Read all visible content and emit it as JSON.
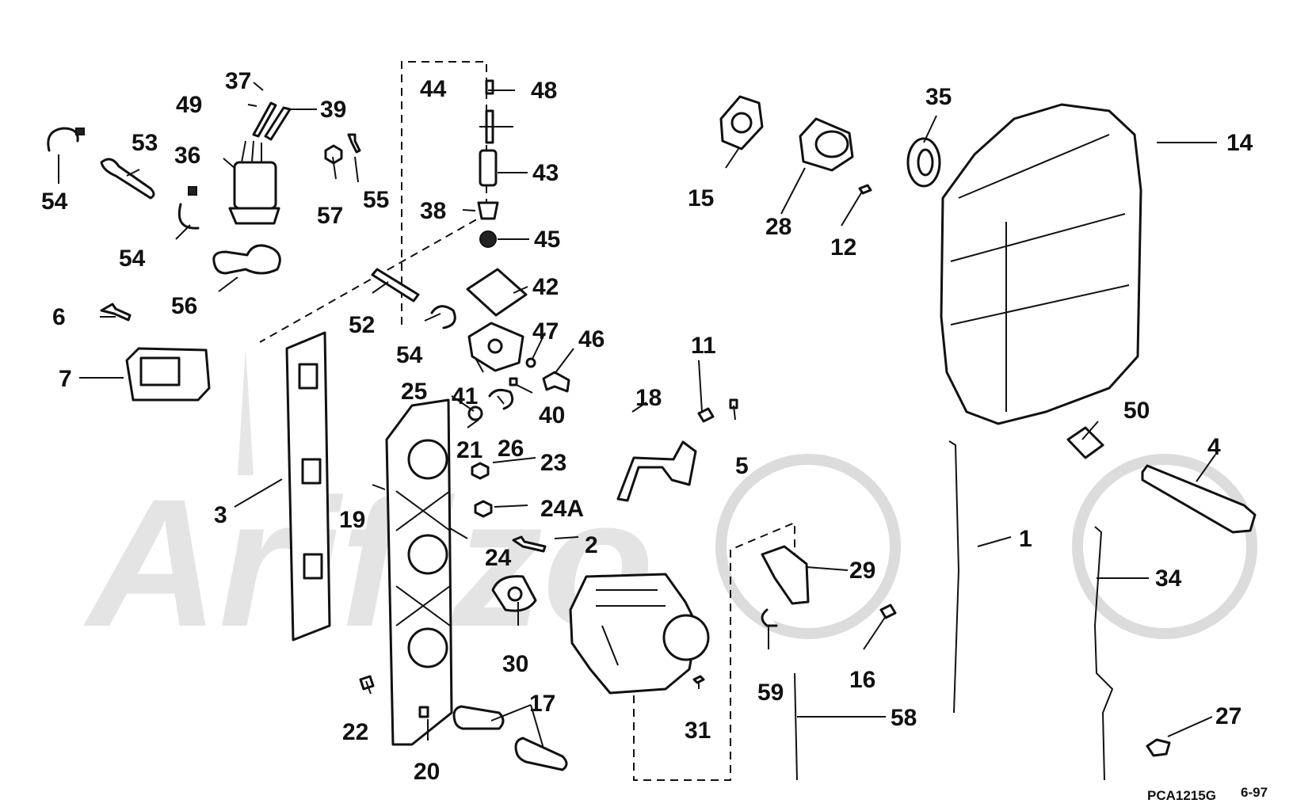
{
  "diagram": {
    "watermark": "Arifizo",
    "document_code": "PCA1215G",
    "revision_date": "6-97",
    "callouts": [
      "1",
      "2",
      "3",
      "4",
      "5",
      "6",
      "7",
      "11",
      "12",
      "14",
      "15",
      "16",
      "17",
      "18",
      "19",
      "20",
      "21",
      "22",
      "23",
      "24",
      "24A",
      "25",
      "26",
      "27",
      "28",
      "29",
      "30",
      "31",
      "34",
      "35",
      "36",
      "37",
      "38",
      "39",
      "40",
      "41",
      "42",
      "43",
      "44",
      "45",
      "46",
      "47",
      "48",
      "49",
      "50",
      "52",
      "53",
      "54",
      "55",
      "56",
      "57",
      "58",
      "59"
    ],
    "callout_54": "54"
  }
}
